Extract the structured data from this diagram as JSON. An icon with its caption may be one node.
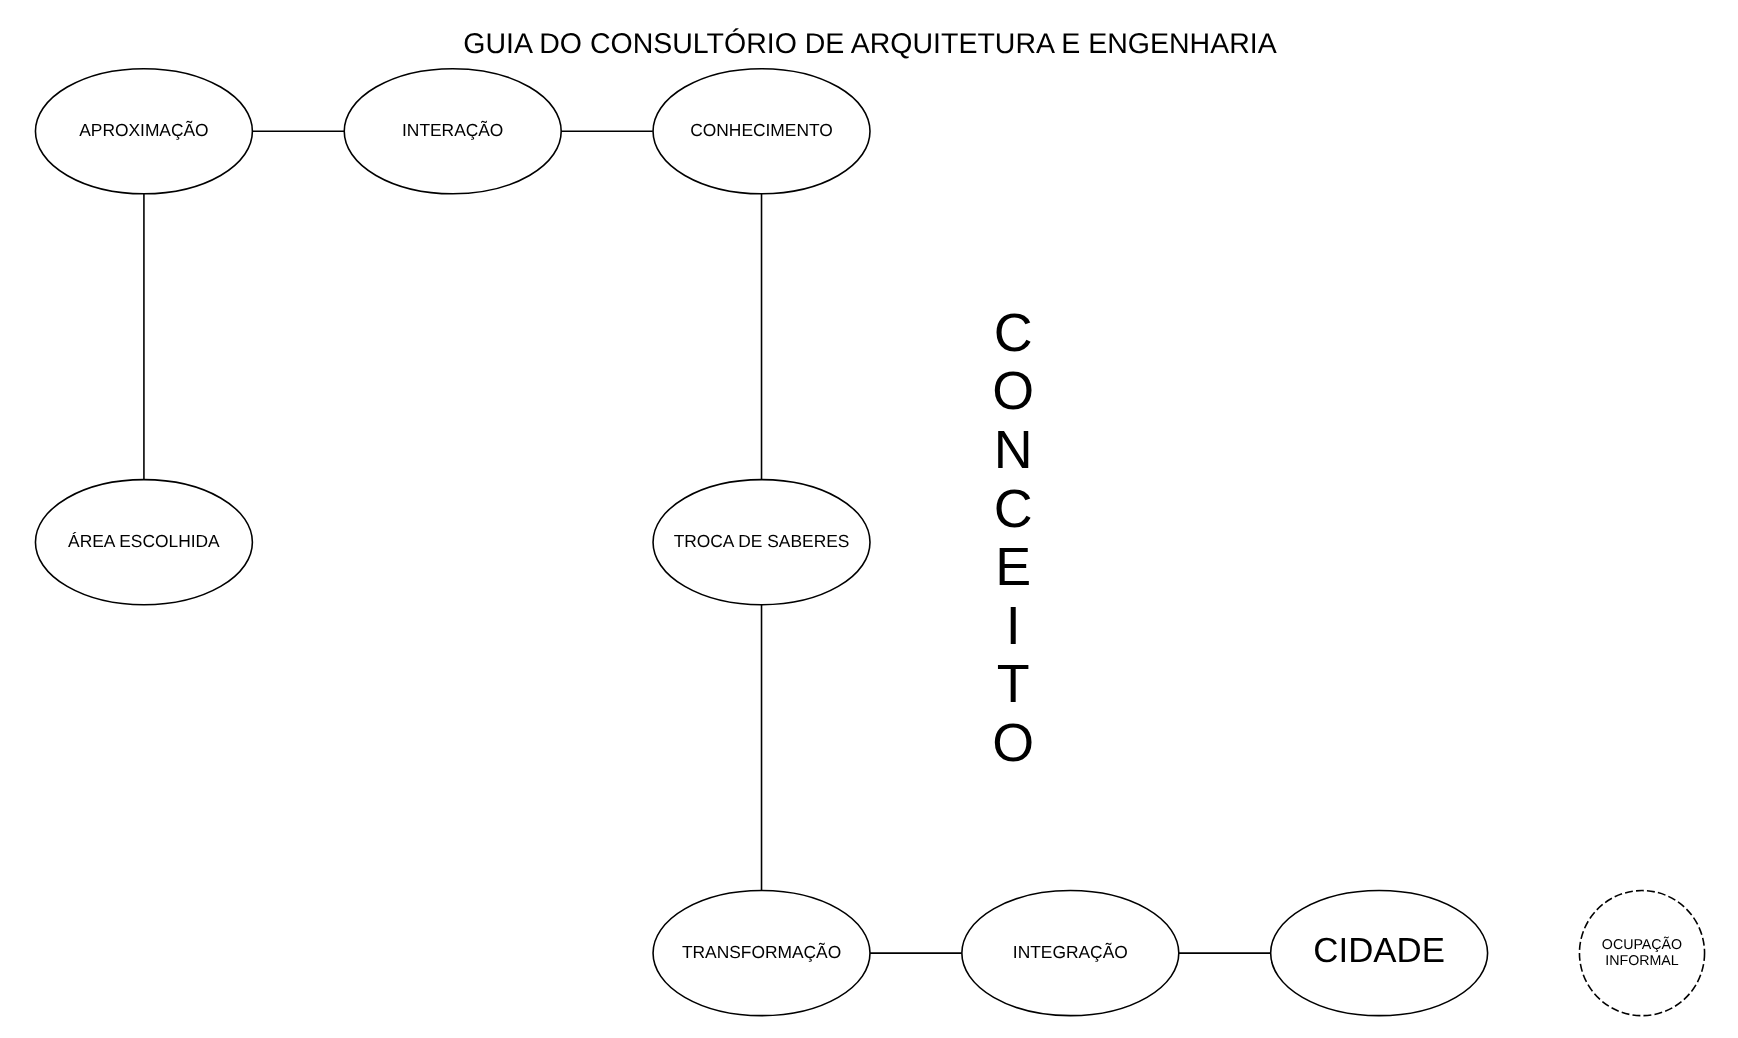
{
  "diagram": {
    "title": "GUIA DO CONSULTÓRIO DE ARQUITETURA E ENGENHARIA",
    "nodes": [
      {
        "text": [
          "APROXIMAÇÃO"
        ]
      },
      {
        "text": [
          "INTERAÇÃO"
        ]
      },
      {
        "text": [
          "CONHECIMENTO"
        ]
      },
      {
        "text": [
          "ÁREA ESCOLHIDA"
        ]
      },
      {
        "text": [
          "TROCA DE SABERES"
        ]
      },
      {
        "text": [
          "CIDADE"
        ]
      },
      {
        "text": [
          "OCUPAÇÃO INFORMAL"
        ]
      },
      {
        "text": [
          "INTEGRAÇÃO"
        ]
      },
      {
        "text": [
          "TRANSFORMAÇÃO"
        ]
      }
    ],
    "edges": [
      {
        "from": 0,
        "to": 1,
        "arrow": "none"
      },
      {
        "from": 1,
        "to": 2,
        "arrow": "none"
      },
      {
        "from": 0,
        "to": 3,
        "arrow": "none"
      },
      {
        "from": 2,
        "to": 4,
        "arrow": "none"
      },
      {
        "from": 4,
        "to": 8,
        "arrow": "none"
      },
      {
        "from": 8,
        "to": 7,
        "arrow": "none"
      },
      {
        "from": 7,
        "to": 5,
        "arrow": "none"
      }
    ],
    "labels": [
      "CONCEITO"
    ]
  }
}
